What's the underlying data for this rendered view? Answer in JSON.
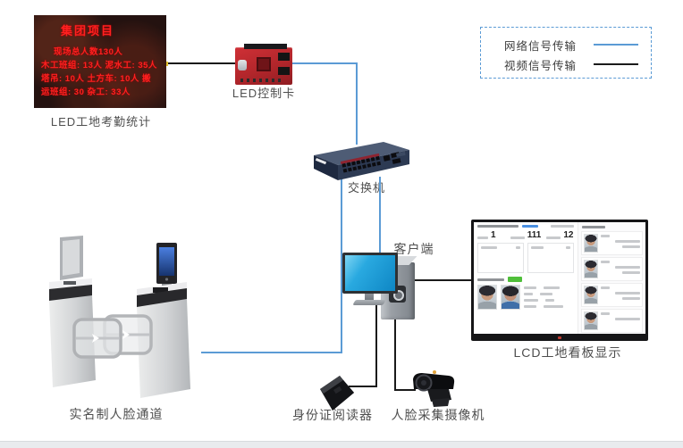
{
  "led_panel": {
    "title": "集团项目",
    "lines": [
      "现场总人数130人",
      "木工班组: 13人 泥水工: 35人",
      "塔吊: 10人  土方车: 10人 搬",
      "运班组: 30 杂工: 33人"
    ],
    "label": "LED工地考勤统计"
  },
  "led_card": {
    "label": "LED控制卡"
  },
  "switch": {
    "label": "交换机"
  },
  "client": {
    "label": "客户端"
  },
  "lcd": {
    "label": "LCD工地看板显示",
    "stats": {
      "onsite": "1",
      "checked": "111",
      "absent": "12"
    }
  },
  "gate": {
    "label": "实名制人脸通道"
  },
  "id_reader": {
    "label": "身份证阅读器"
  },
  "camera": {
    "label": "人脸采集摄像机"
  },
  "legend": {
    "network": {
      "label": "网络信号传输",
      "color": "#5b9bd5"
    },
    "video": {
      "label": "视频信号传输",
      "color": "#1a1a1a"
    }
  }
}
